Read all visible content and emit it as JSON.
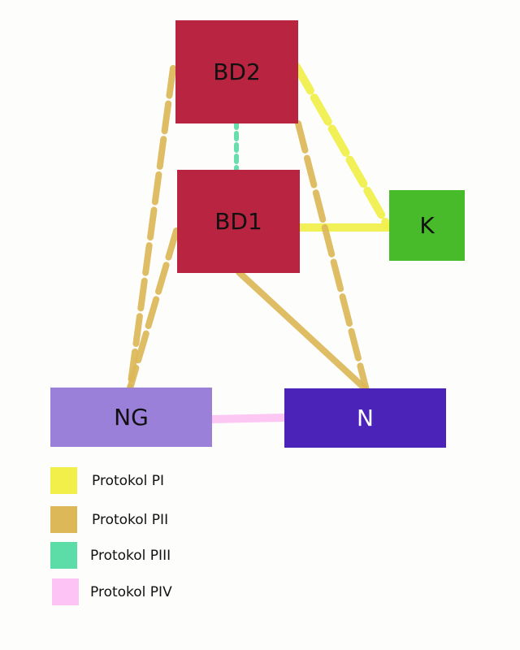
{
  "colors": {
    "background": "#fdfefc",
    "protocol_pi": "#f2ef4a",
    "protocol_pii": "#ddb858",
    "protocol_piii": "#5cdca6",
    "protocol_piv": "#fdc3f4"
  },
  "nodes": [
    {
      "id": "BD2",
      "label": "BD2",
      "color": "#b92541"
    },
    {
      "id": "BD1",
      "label": "BD1",
      "color": "#b92541"
    },
    {
      "id": "K",
      "label": "K",
      "color": "#47bb29"
    },
    {
      "id": "NG",
      "label": "NG",
      "color": "#9a80d8"
    },
    {
      "id": "N",
      "label": "N",
      "color": "#4b23b8"
    }
  ],
  "edges": [
    {
      "from": "BD2",
      "to": "BD1",
      "protocol": "PIII",
      "style": "dotted"
    },
    {
      "from": "BD1",
      "to": "K",
      "protocol": "PI",
      "style": "solid"
    },
    {
      "from": "BD2",
      "to": "K",
      "protocol": "PI",
      "style": "dashed"
    },
    {
      "from": "BD2",
      "to": "NG",
      "protocol": "PII",
      "style": "dashed"
    },
    {
      "from": "BD1",
      "to": "NG",
      "protocol": "PII",
      "style": "dashed"
    },
    {
      "from": "BD2",
      "to": "N",
      "protocol": "PII",
      "style": "dashed"
    },
    {
      "from": "BD1",
      "to": "N",
      "protocol": "PII",
      "style": "solid"
    },
    {
      "from": "NG",
      "to": "N",
      "protocol": "PIV",
      "style": "solid"
    }
  ],
  "legend": [
    {
      "label": "Protokol PI",
      "color": "#f2ef4a"
    },
    {
      "label": "Protokol PII",
      "color": "#ddb858"
    },
    {
      "label": "Protokol PIII",
      "color": "#5cdca6"
    },
    {
      "label": "Protokol PIV",
      "color": "#fdc3f4"
    }
  ]
}
